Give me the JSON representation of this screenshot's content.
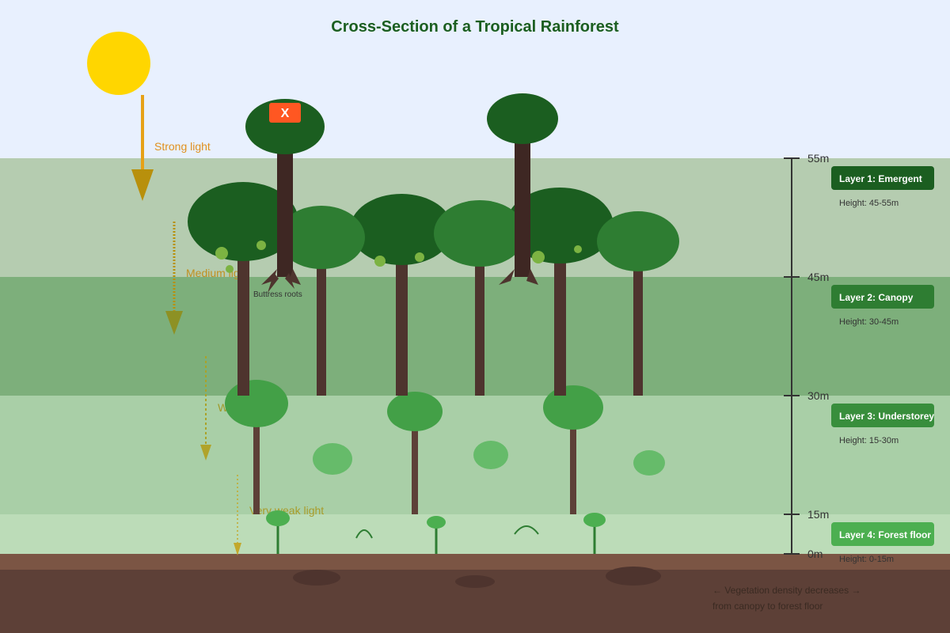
{
  "title": "Cross-Section of a Tropical Rainforest",
  "marker_label": "X",
  "buttress_label": "Buttress roots",
  "light_labels": {
    "strong": "Strong light",
    "medium": "Medium light",
    "weak": "Weak light",
    "very_weak": "Very weak light"
  },
  "scale_ticks": [
    "55m",
    "45m",
    "30m",
    "15m",
    "0m"
  ],
  "layers": [
    {
      "name": "Layer 1: Emergent",
      "height": "Height: 45-55m",
      "color": "#1b5e20"
    },
    {
      "name": "Layer 2: Canopy",
      "height": "Height: 30-45m",
      "color": "#2e7d32"
    },
    {
      "name": "Layer 3: Understorey",
      "height": "Height: 15-30m",
      "color": "#388e3c"
    },
    {
      "name": "Layer 4: Forest floor",
      "height": "Height: 0-15m",
      "color": "#4caf50"
    }
  ],
  "note_lines": [
    "← Vegetation density decreases →",
    "from canopy to forest floor"
  ],
  "colors": {
    "sky": "#e8f0fe",
    "sun": "#ffd600",
    "emergent_band": "#b5ccb0",
    "canopy_band": "#7daf7b",
    "understorey_band": "#a9cfa7",
    "floor_band": "#bcdcb8",
    "soil_top": "#7b5544",
    "soil": "#5d4037",
    "trunk": "#4e342e",
    "emergent_crown": "#1b5e20",
    "canopy_crown": "#2e7d32",
    "understorey_crown": "#43a047",
    "title": "#1b5e20",
    "marker": "#ff5722"
  }
}
